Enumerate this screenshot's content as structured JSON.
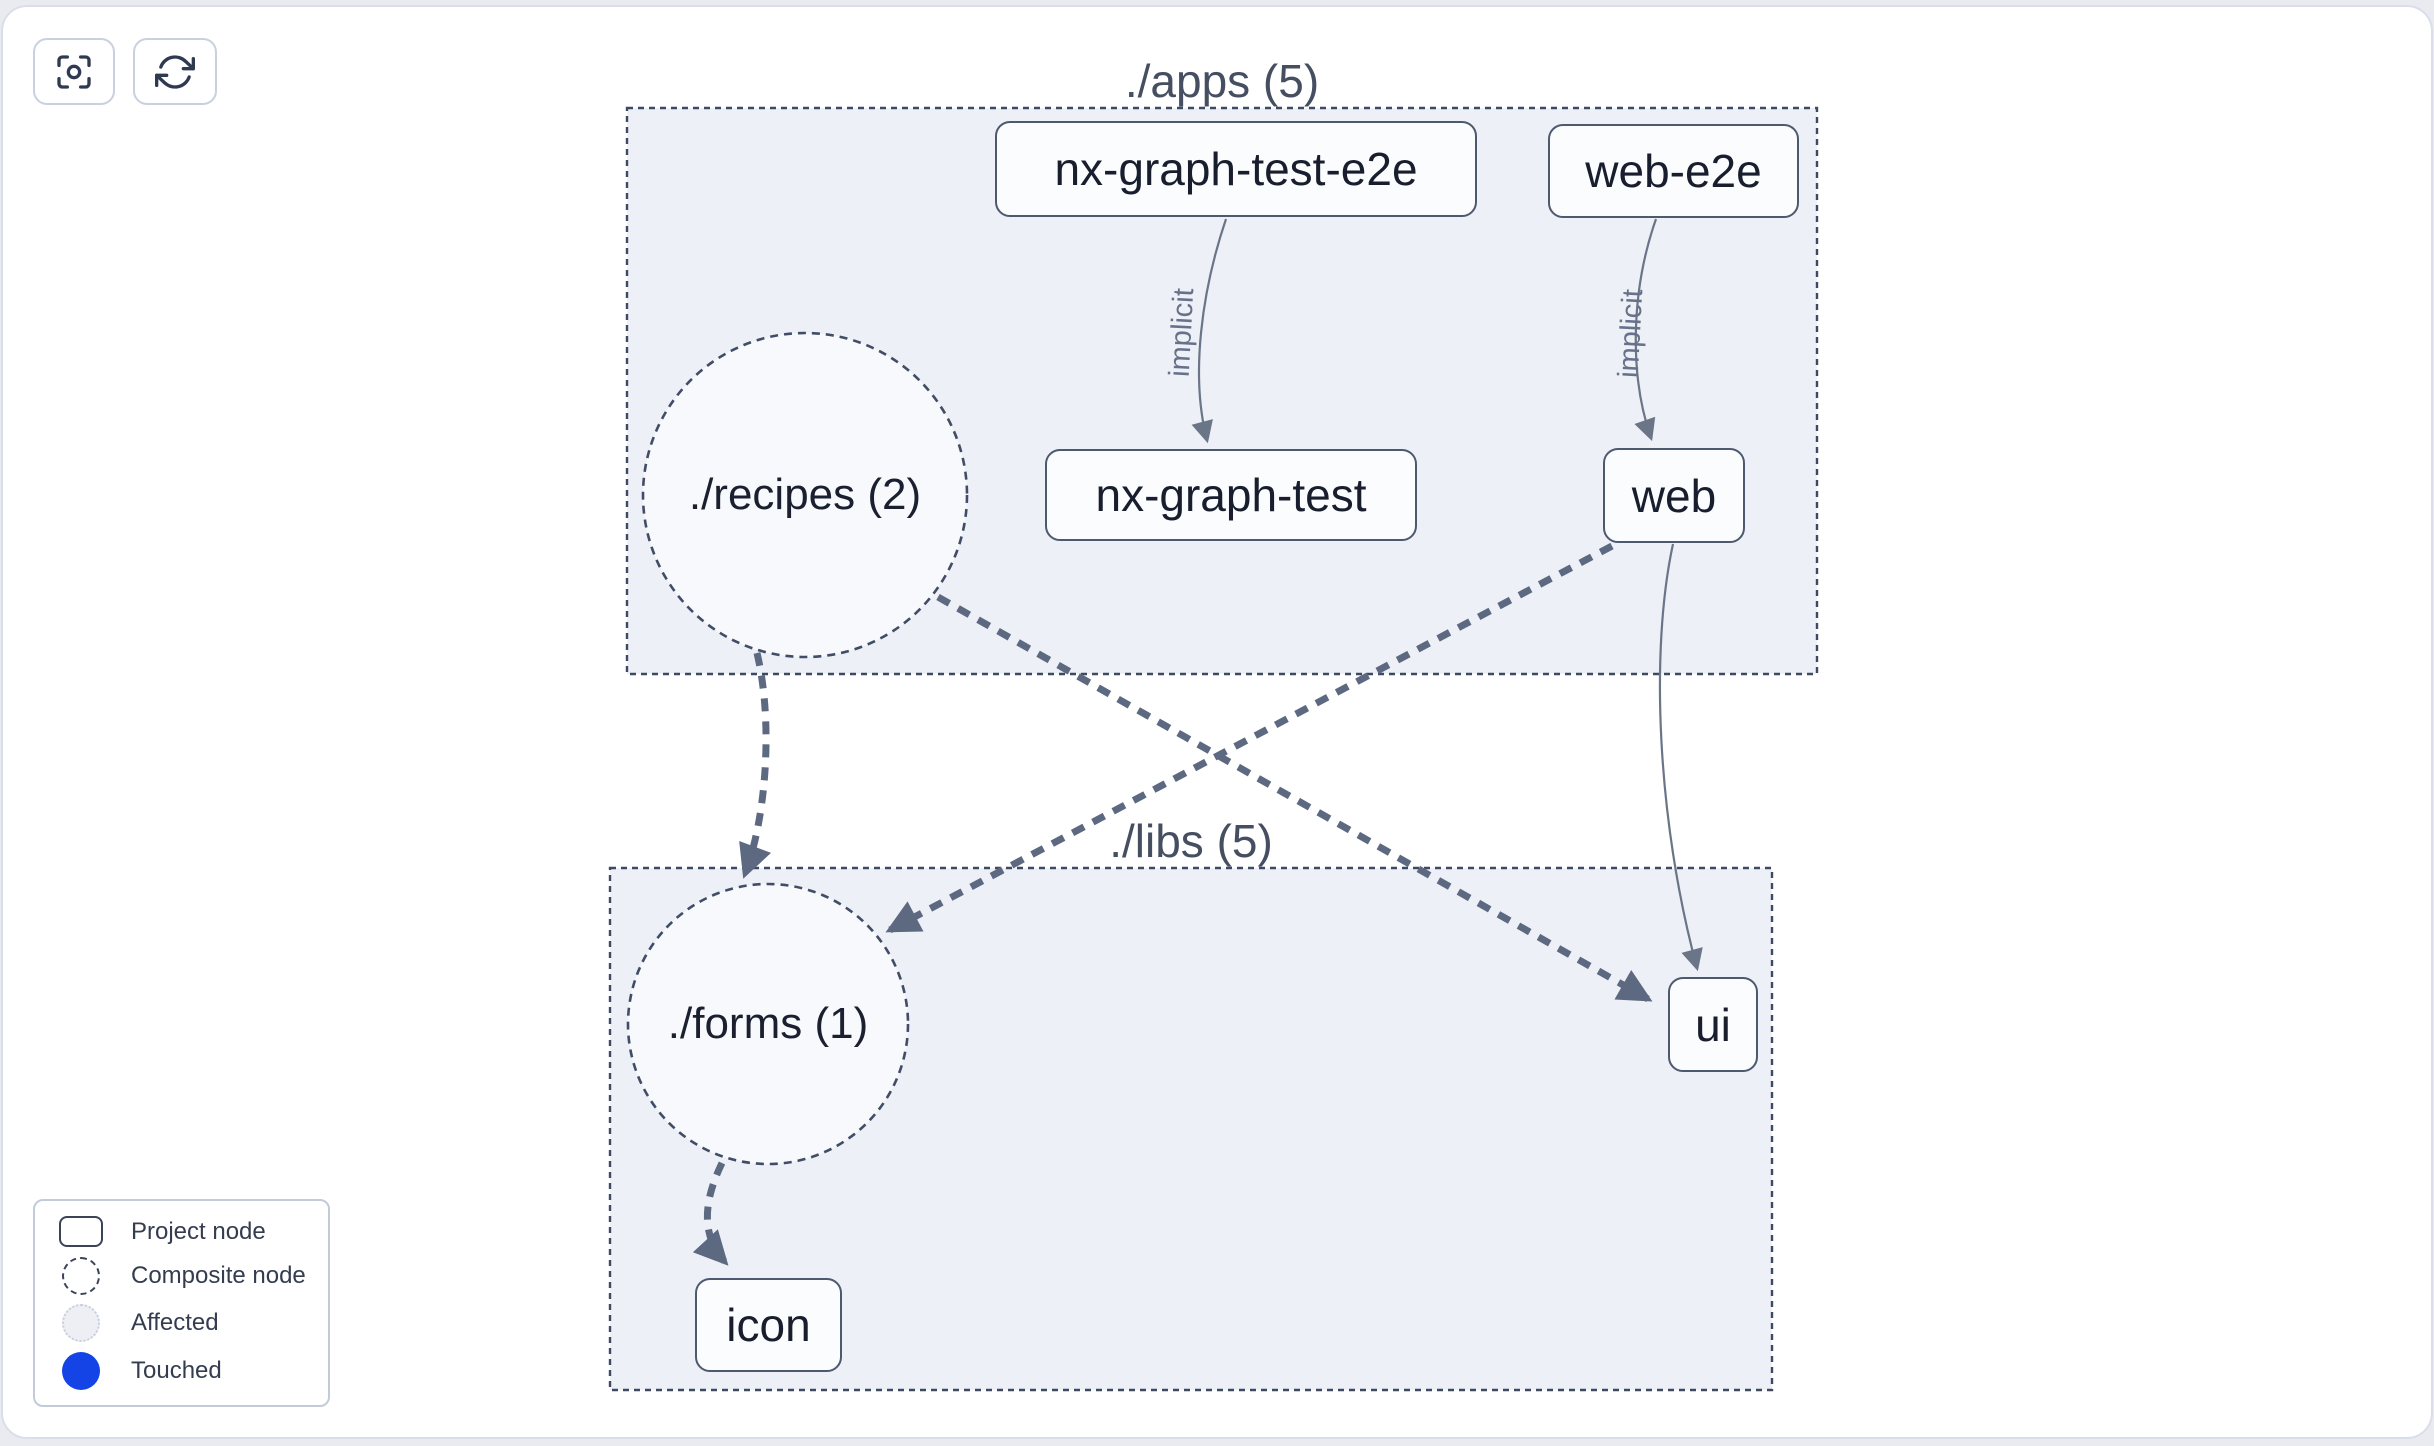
{
  "toolbar": {
    "buttons": [
      {
        "name": "zoom-to-fit",
        "icon": "focus-icon"
      },
      {
        "name": "refresh",
        "icon": "refresh-icon"
      }
    ]
  },
  "graph": {
    "groups": [
      {
        "id": "apps",
        "label": "./apps (5)"
      },
      {
        "id": "libs",
        "label": "./libs (5)"
      }
    ],
    "composite_nodes": [
      {
        "id": "recipes",
        "label": "./recipes (2)"
      },
      {
        "id": "forms",
        "label": "./forms (1)"
      }
    ],
    "project_nodes": [
      {
        "id": "nx-graph-test-e2e",
        "label": "nx-graph-test-e2e"
      },
      {
        "id": "web-e2e",
        "label": "web-e2e"
      },
      {
        "id": "nx-graph-test",
        "label": "nx-graph-test"
      },
      {
        "id": "web",
        "label": "web"
      },
      {
        "id": "ui",
        "label": "ui"
      },
      {
        "id": "icon",
        "label": "icon"
      }
    ],
    "edges": [
      {
        "from": "nx-graph-test-e2e",
        "to": "nx-graph-test",
        "label": "implicit",
        "style": "solid"
      },
      {
        "from": "web-e2e",
        "to": "web",
        "label": "implicit",
        "style": "solid"
      },
      {
        "from": "web",
        "to": "ui",
        "label": "",
        "style": "solid"
      },
      {
        "from": "recipes",
        "to": "forms",
        "label": "",
        "style": "thick-dashed"
      },
      {
        "from": "recipes",
        "to": "ui",
        "label": "",
        "style": "thick-dashed"
      },
      {
        "from": "web",
        "to": "forms",
        "label": "",
        "style": "thick-dashed"
      },
      {
        "from": "forms",
        "to": "icon",
        "label": "",
        "style": "thick-dashed"
      }
    ]
  },
  "legend": {
    "items": [
      {
        "label": "Project node",
        "icon": "project-node-icon"
      },
      {
        "label": "Composite node",
        "icon": "composite-node-icon"
      },
      {
        "label": "Affected",
        "icon": "affected-icon"
      },
      {
        "label": "Touched",
        "icon": "touched-icon"
      }
    ]
  },
  "colors": {
    "touched_blue": "#1544e6",
    "group_fill": "#edf0f6",
    "composite_fill": "#f7f9fc",
    "node_fill": "#fbfcfe",
    "edge_thin": "#6b7588",
    "edge_thick": "#5d6980",
    "dashed_border": "#3e4a63",
    "node_border": "#4d596e",
    "text_dark": "#181e2e"
  }
}
